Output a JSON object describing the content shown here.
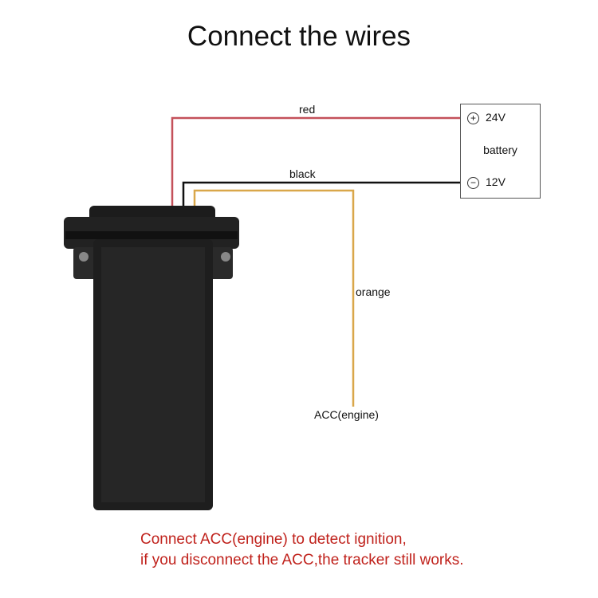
{
  "title": "Connect the wires",
  "wires": {
    "red": {
      "label": "red",
      "color": "#c4515a"
    },
    "black": {
      "label": "black",
      "color": "#111111"
    },
    "orange": {
      "label": "orange",
      "color": "#d9a74a"
    }
  },
  "battery": {
    "label": "battery",
    "positive": {
      "symbol": "+",
      "label": "24V"
    },
    "negative": {
      "symbol": "−",
      "label": "12V"
    }
  },
  "acc_label": "ACC(engine)",
  "note": {
    "line1": "Connect ACC(engine) to detect ignition,",
    "line2": "if you disconnect the ACC,the tracker still works."
  }
}
